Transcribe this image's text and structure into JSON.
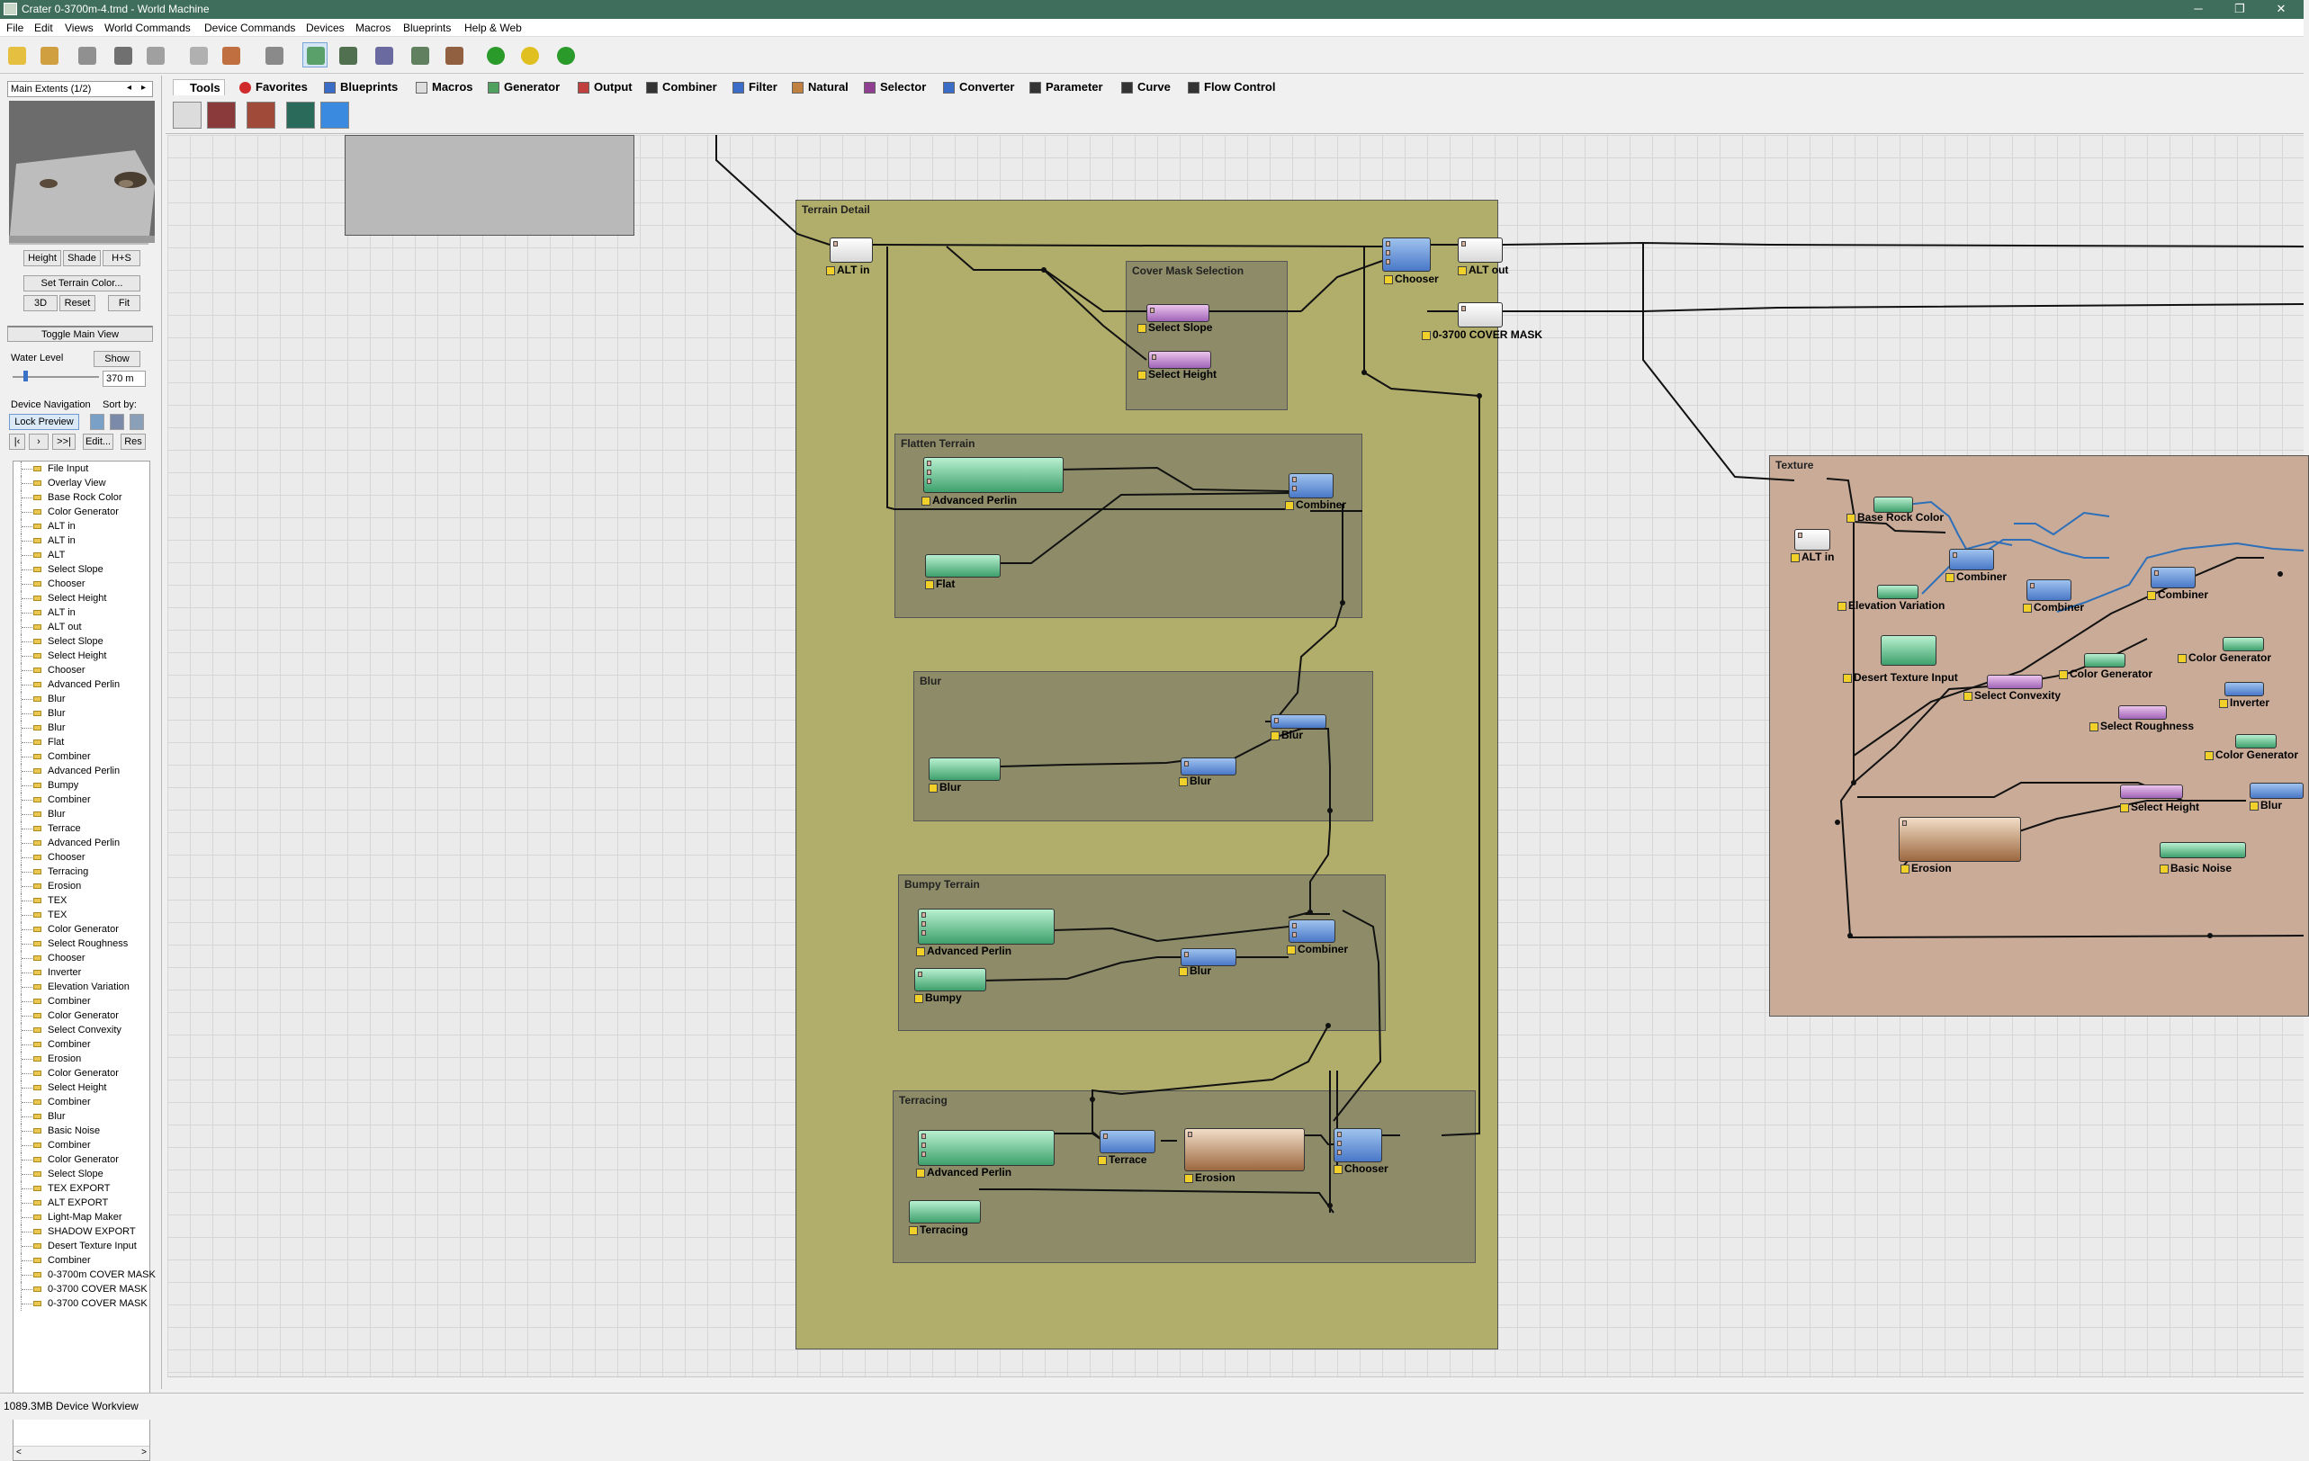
{
  "window": {
    "title": "Crater 0-3700m-4.tmd - World Machine",
    "min": "─",
    "max": "❐",
    "close": "✕"
  },
  "menu": [
    "File",
    "Edit",
    "Views",
    "World Commands",
    "Device Commands",
    "Devices",
    "Macros",
    "Blueprints",
    "Help & Web"
  ],
  "left_panel": {
    "extents": "Main Extents (1/2)",
    "view_modes": [
      "Height",
      "Shade",
      "H+S"
    ],
    "set_color": "Set Terrain Color...",
    "view_buttons": [
      "3D",
      "Reset",
      "Fit"
    ],
    "toggle_main": "Toggle Main View",
    "water_level_label": "Water Level",
    "water_show": "Show",
    "water_value": "370 m",
    "device_nav": "Device Navigation",
    "sort_by": "Sort by:",
    "lock_preview": "Lock Preview",
    "nav_buttons": [
      "|‹",
      "›",
      ">>|",
      "Edit...",
      "Res"
    ],
    "device_list": [
      "File Input",
      "Overlay View",
      "Base Rock Color",
      "Color Generator",
      "ALT in",
      "ALT in",
      "ALT",
      "Select Slope",
      "Chooser",
      "Select Height",
      "ALT in",
      "ALT out",
      "Select Slope",
      "Select Height",
      "Chooser",
      "Advanced Perlin",
      "Blur",
      "Blur",
      "Blur",
      "Flat",
      "Combiner",
      "Advanced Perlin",
      "Bumpy",
      "Combiner",
      "Blur",
      "Terrace",
      "Advanced Perlin",
      "Chooser",
      "Terracing",
      "Erosion",
      "TEX",
      "TEX",
      "Color Generator",
      "Select Roughness",
      "Chooser",
      "Inverter",
      "Elevation Variation",
      "Combiner",
      "Color Generator",
      "Select Convexity",
      "Combiner",
      "Erosion",
      "Color Generator",
      "Select Height",
      "Combiner",
      "Blur",
      "Basic Noise",
      "Combiner",
      "Color Generator",
      "Select Slope",
      "TEX EXPORT",
      "ALT EXPORT",
      "Light-Map Maker",
      "SHADOW EXPORT",
      "Desert Texture Input",
      "Combiner",
      "0-3700m COVER MASK",
      "0-3700 COVER MASK",
      "0-3700 COVER MASK"
    ]
  },
  "tabs": [
    "Tools",
    "Favorites",
    "Blueprints",
    "Macros",
    "Generator",
    "Output",
    "Combiner",
    "Filter",
    "Natural",
    "Selector",
    "Converter",
    "Parameter",
    "Curve",
    "Flow Control"
  ],
  "groups": {
    "terrain_detail": "Terrain Detail",
    "cover_mask": "Cover Mask Selection",
    "flatten": "Flatten Terrain",
    "blur": "Blur",
    "bumpy": "Bumpy Terrain",
    "terracing": "Terracing",
    "texture": "Texture"
  },
  "nodes": {
    "alt_in": "ALT in",
    "chooser": "Chooser",
    "alt_out": "ALT out",
    "cover_mask": "0-3700 COVER MASK",
    "select_slope": "Select Slope",
    "select_height": "Select Height",
    "adv_perlin_1": "Advanced Perlin",
    "combiner_1": "Combiner",
    "flat": "Flat",
    "blur_1": "Blur",
    "blur_2": "Blur",
    "blur_3": "Blur",
    "adv_perlin_2": "Advanced Perlin",
    "blur_4": "Blur",
    "combiner_2": "Combiner",
    "bumpy": "Bumpy",
    "adv_perlin_3": "Advanced Perlin",
    "terrace": "Terrace",
    "erosion_1": "Erosion",
    "chooser_2": "Chooser",
    "terracing": "Terracing",
    "tx_base_rock": "Base Rock Color",
    "tx_alt_in": "ALT in",
    "tx_combiner_1": "Combiner",
    "tx_elev_var": "Elevation Variation",
    "tx_combiner_2": "Combiner",
    "tx_combiner_3": "Combiner",
    "tx_desert": "Desert Texture Input",
    "tx_color_gen_1": "Color Generator",
    "tx_color_gen_2": "Color Generator",
    "tx_select_convexity": "Select Convexity",
    "tx_inverter": "Inverter",
    "tx_select_roughness": "Select Roughness",
    "tx_color_gen_3": "Color Generator",
    "tx_select_height": "Select Height",
    "tx_blur": "Blur",
    "tx_erosion": "Erosion",
    "tx_basic_noise": "Basic Noise"
  },
  "status": {
    "memory": "1089.3MB",
    "view": "Device Workview"
  },
  "colors": {
    "title_bar": "#3f6e5c",
    "terrain_group": "#b1ad6a",
    "texture_group": "#c9ab98",
    "sub_group": "#8e8c68",
    "wire": "#111111",
    "blue_wire": "#2d6fb8"
  }
}
